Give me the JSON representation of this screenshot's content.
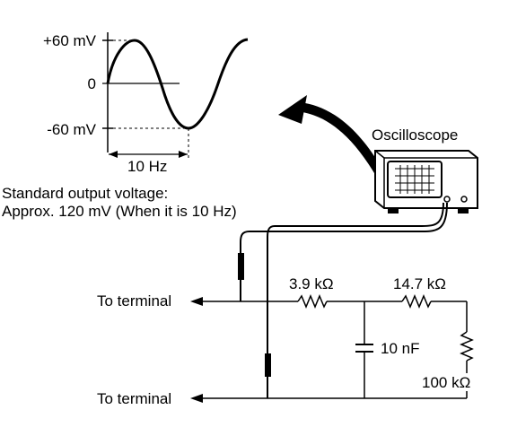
{
  "waveform": {
    "y_top": "+60 mV",
    "y_zero": "0",
    "y_bottom": "-60 mV",
    "period": "10 Hz"
  },
  "note": {
    "line1": "Standard output voltage:",
    "line2": "Approx. 120 mV (When it is 10 Hz)"
  },
  "instrument": {
    "label": "Oscilloscope"
  },
  "circuit": {
    "terminal_top": "To terminal",
    "terminal_bottom": "To terminal",
    "r1": "3.9 kΩ",
    "r2": "14.7 kΩ",
    "c1": "10 nF",
    "r3": "100 kΩ"
  }
}
